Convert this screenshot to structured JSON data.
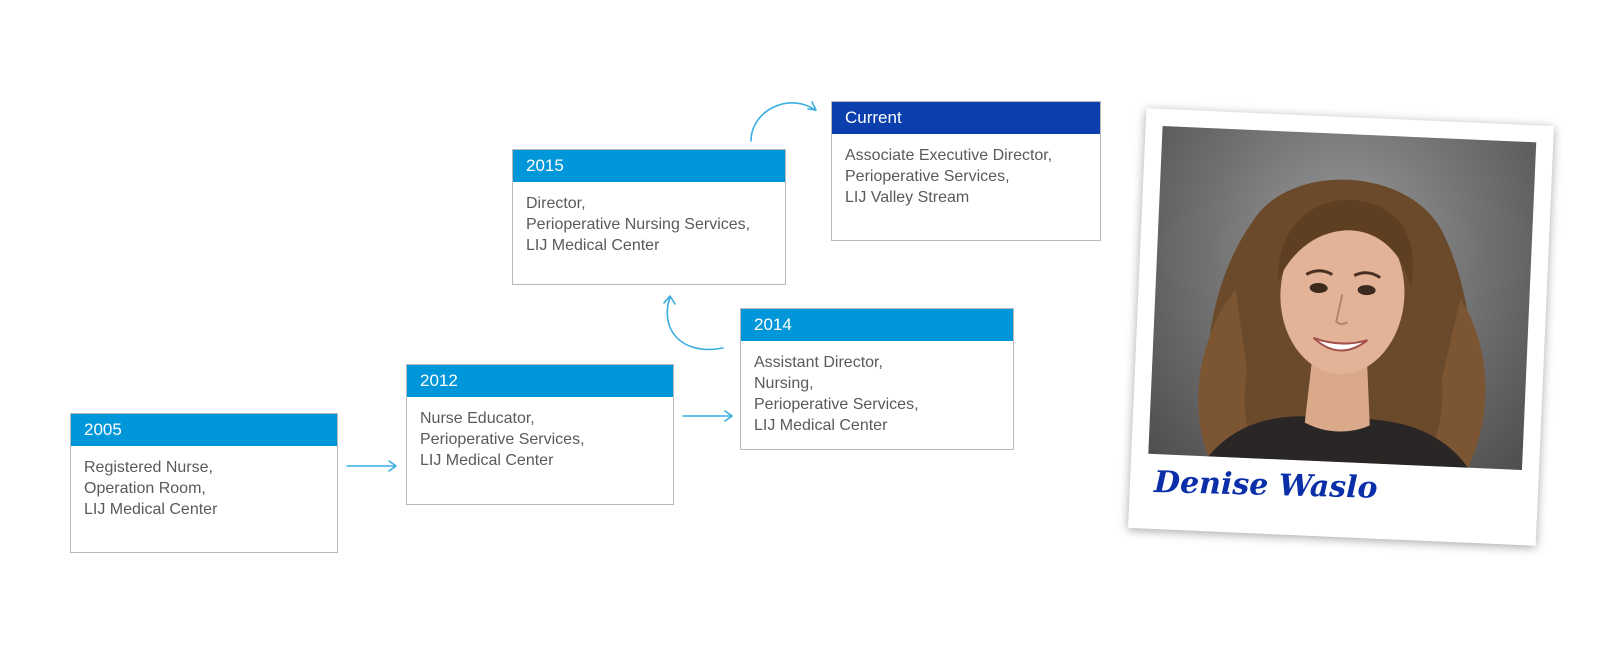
{
  "colors": {
    "header_blue": "#0097da",
    "current_blue": "#0a3fad",
    "arrow_blue": "#3aaee0",
    "text_gray": "#5a5a5a"
  },
  "timeline": [
    {
      "id": "2005",
      "year": "2005",
      "lines": [
        "Registered Nurse,",
        "Operation Room,",
        "LIJ Medical Center"
      ]
    },
    {
      "id": "2012",
      "year": "2012",
      "lines": [
        "Nurse Educator,",
        "Perioperative Services,",
        "LIJ Medical Center"
      ]
    },
    {
      "id": "2014",
      "year": "2014",
      "lines": [
        "Assistant Director,",
        "Nursing,",
        "Perioperative Services,",
        "LIJ Medical Center"
      ]
    },
    {
      "id": "2015",
      "year": "2015",
      "lines": [
        "Director,",
        "Perioperative Nursing Services,",
        "LIJ Medical Center"
      ]
    },
    {
      "id": "current",
      "year": "Current",
      "lines": [
        "Associate Executive Director,",
        "Perioperative Services,",
        "LIJ Valley Stream"
      ]
    }
  ],
  "profile": {
    "name": "Denise Waslo",
    "photo_icon": "portrait-photo"
  }
}
